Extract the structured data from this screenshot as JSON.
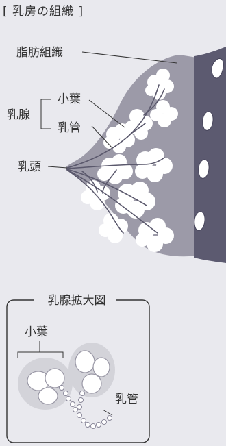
{
  "title": "[ 乳房の組織 ]",
  "labels": {
    "fat_tissue": "脂肪組織",
    "lobule": "小葉",
    "mammary_gland": "乳腺",
    "duct": "乳管",
    "nipple": "乳頭"
  },
  "inset": {
    "title": "乳腺拡大図",
    "lobule": "小葉",
    "duct": "乳管"
  }
}
